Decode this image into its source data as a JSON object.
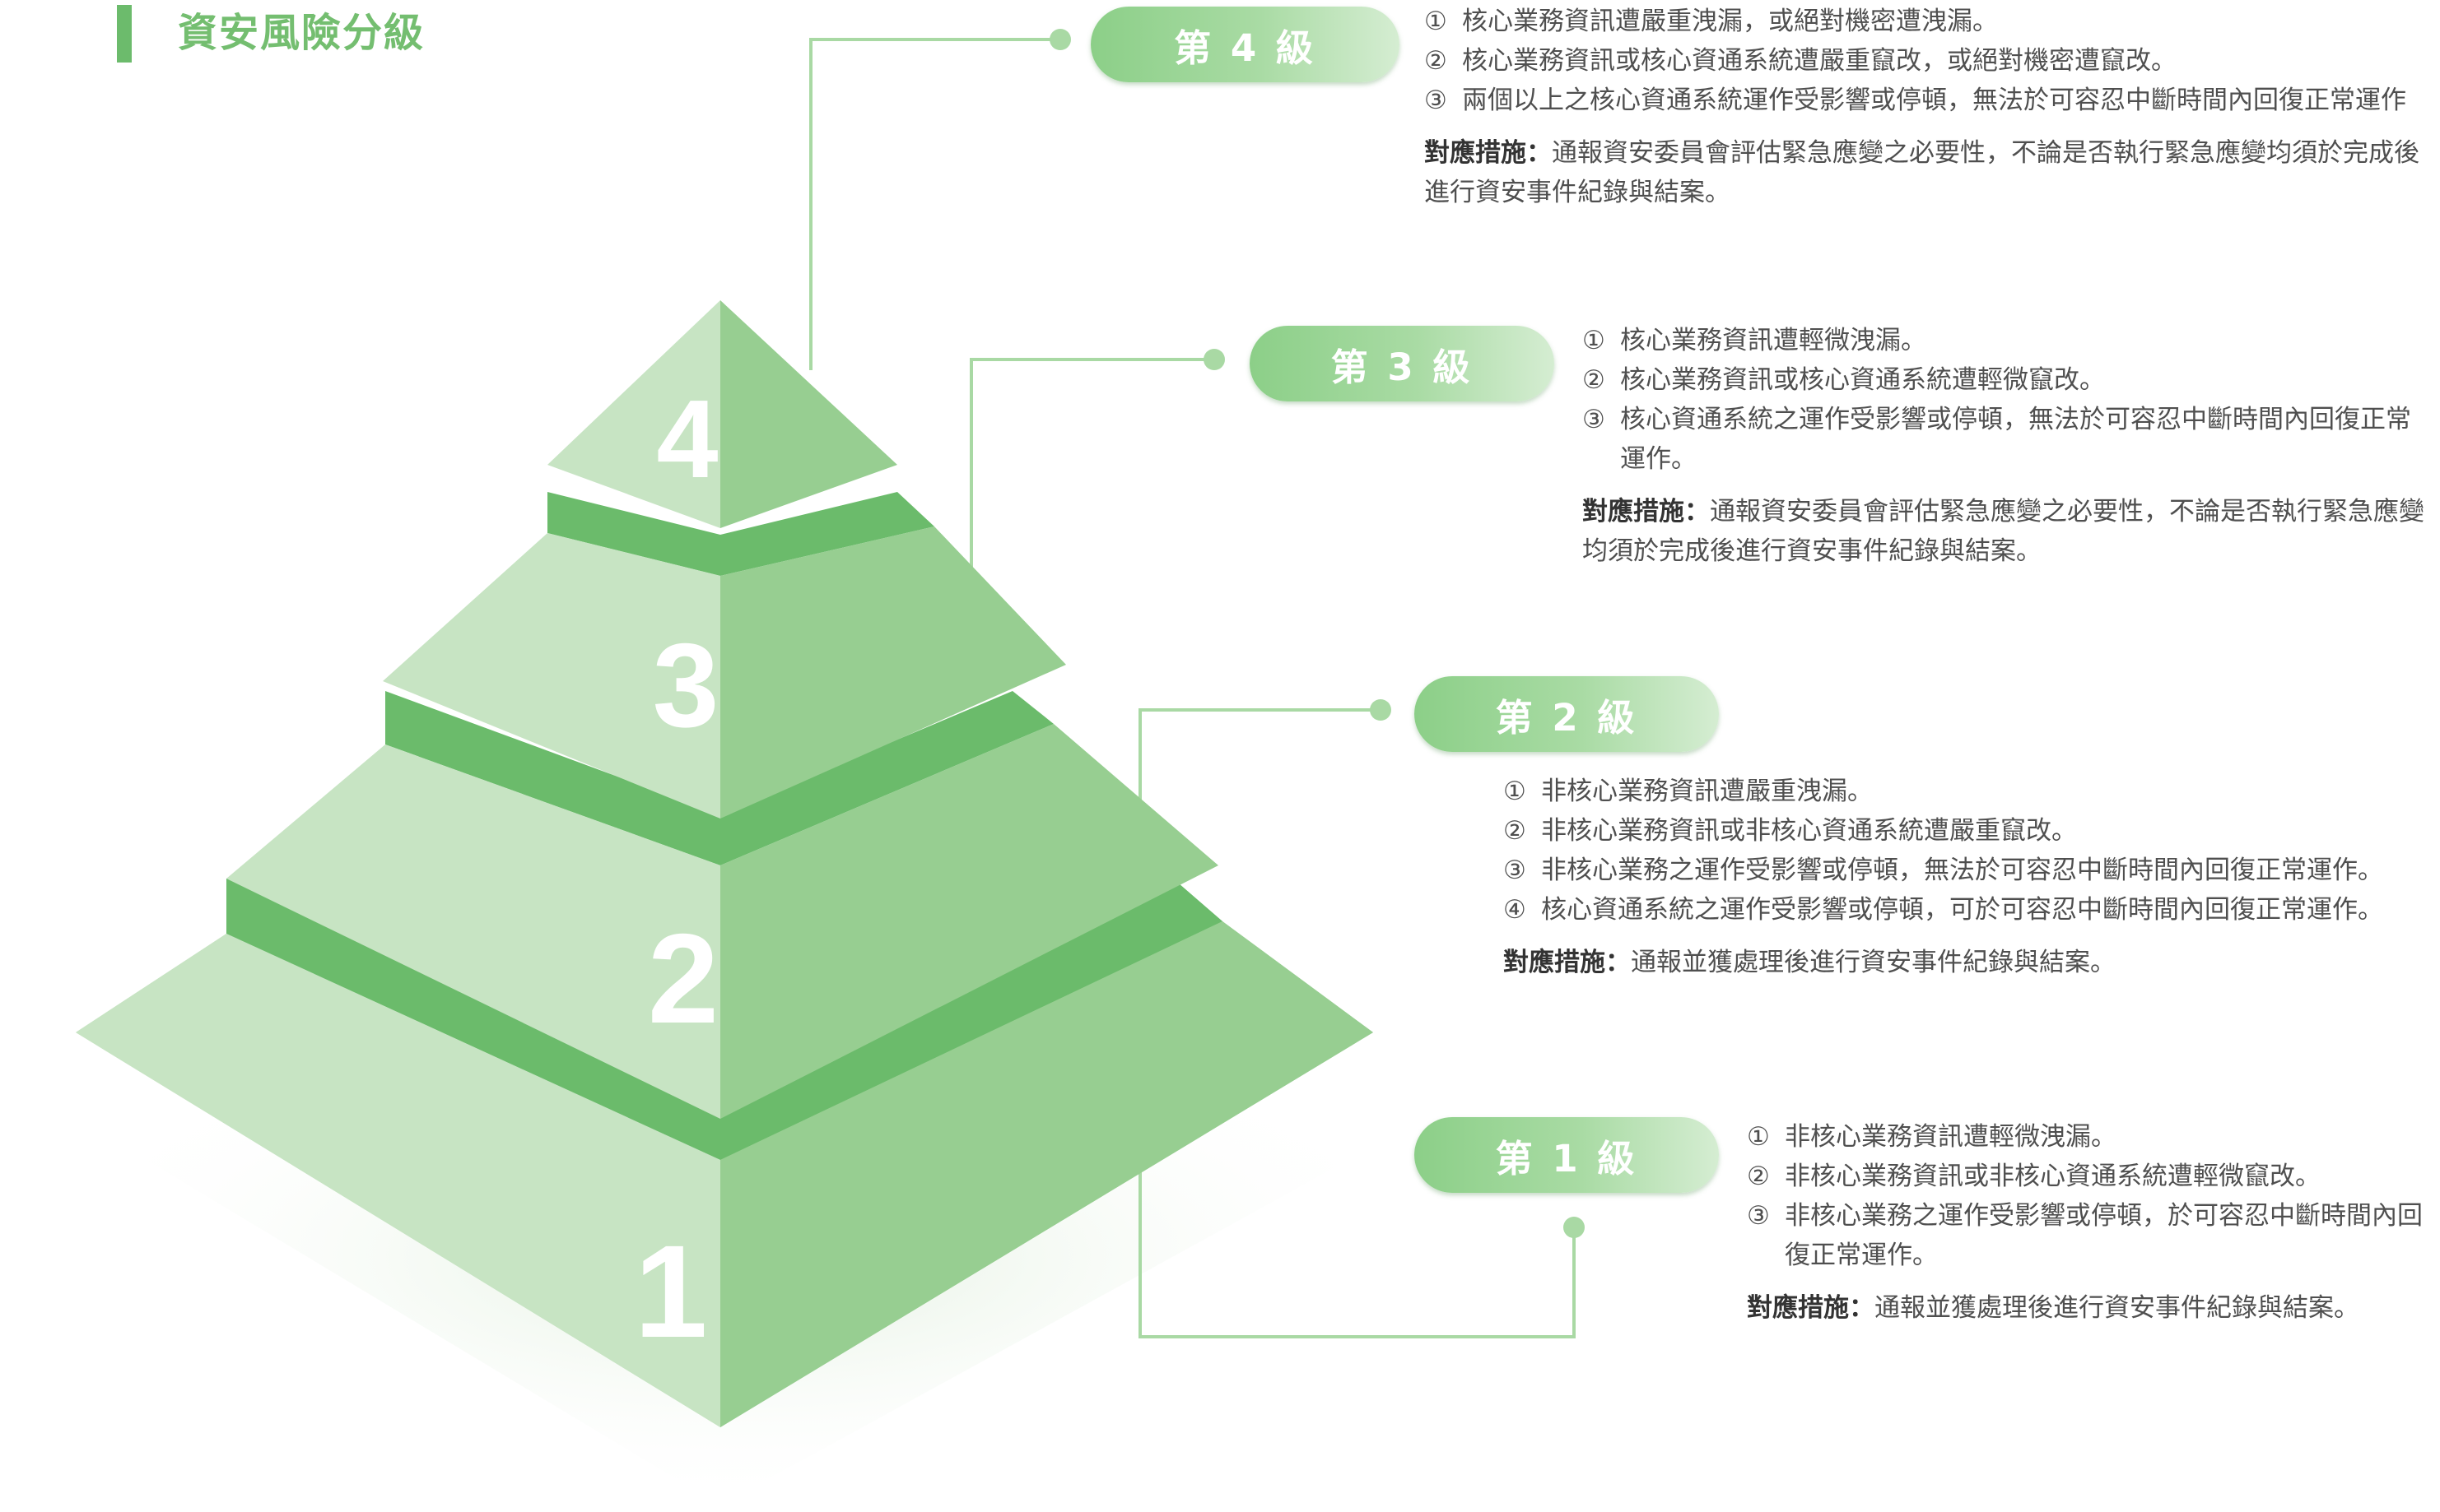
{
  "title": "資安風險分級",
  "colors": {
    "accent": "#6cbb6c",
    "band": "#6bbb6b",
    "face_left": "#c7e4c3",
    "face_right": "#97ce91",
    "line": "#a9d9a4",
    "text": "#4f4f4f"
  },
  "pyramid": {
    "tier_labels": [
      "1",
      "2",
      "3",
      "4"
    ]
  },
  "levels": [
    {
      "badge": "第 4 級",
      "items": [
        {
          "num": "①",
          "text": "核心業務資訊遭嚴重洩漏，或絕對機密遭洩漏。"
        },
        {
          "num": "②",
          "text": "核心業務資訊或核心資通系統遭嚴重竄改，或絕對機密遭竄改。"
        },
        {
          "num": "③",
          "text": "兩個以上之核心資通系統運作受影響或停頓，無法於可容忍中斷時間內回復正常運作"
        }
      ],
      "measure_label": "對應措施：",
      "measure_text": "通報資安委員會評估緊急應變之必要性，不論是否執行緊急應變均須於完成後進行資安事件紀錄與結案。"
    },
    {
      "badge": "第 3 級",
      "items": [
        {
          "num": "①",
          "text": "核心業務資訊遭輕微洩漏。"
        },
        {
          "num": "②",
          "text": "核心業務資訊或核心資通系統遭輕微竄改。"
        },
        {
          "num": "③",
          "text": "核心資通系統之運作受影響或停頓，無法於可容忍中斷時間內回復正常運作。"
        }
      ],
      "measure_label": "對應措施：",
      "measure_text": "通報資安委員會評估緊急應變之必要性，不論是否執行緊急應變均須於完成後進行資安事件紀錄與結案。"
    },
    {
      "badge": "第 2 級",
      "items": [
        {
          "num": "①",
          "text": "非核心業務資訊遭嚴重洩漏。"
        },
        {
          "num": "②",
          "text": "非核心業務資訊或非核心資通系統遭嚴重竄改。"
        },
        {
          "num": "③",
          "text": "非核心業務之運作受影響或停頓，無法於可容忍中斷時間內回復正常運作。"
        },
        {
          "num": "④",
          "text": "核心資通系統之運作受影響或停頓，可於可容忍中斷時間內回復正常運作。"
        }
      ],
      "measure_label": "對應措施：",
      "measure_text": "通報並獲處理後進行資安事件紀錄與結案。"
    },
    {
      "badge": "第 1 級",
      "items": [
        {
          "num": "①",
          "text": "非核心業務資訊遭輕微洩漏。"
        },
        {
          "num": "②",
          "text": "非核心業務資訊或非核心資通系統遭輕微竄改。"
        },
        {
          "num": "③",
          "text": "非核心業務之運作受影響或停頓，於可容忍中斷時間內回復正常運作。"
        }
      ],
      "measure_label": "對應措施：",
      "measure_text": "通報並獲處理後進行資安事件紀錄與結案。"
    }
  ]
}
